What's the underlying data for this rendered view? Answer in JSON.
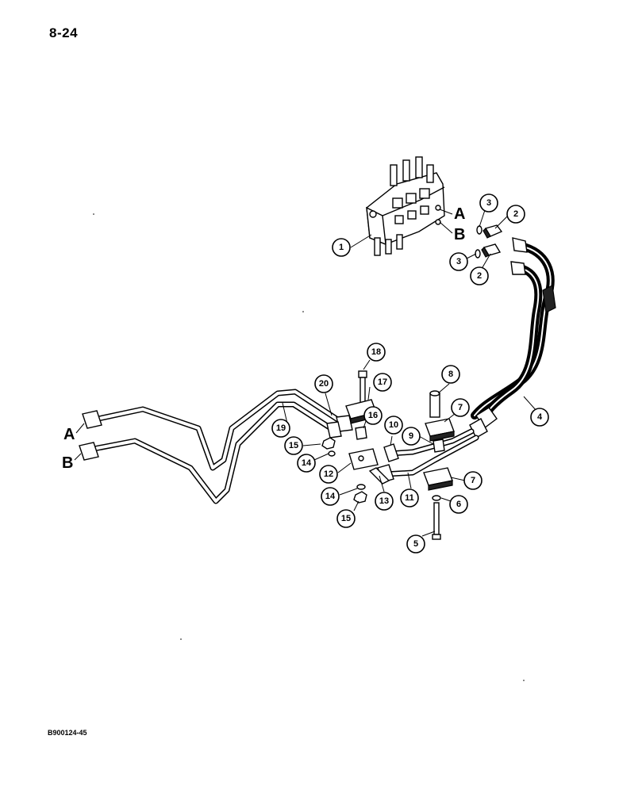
{
  "page": {
    "number": "8-24",
    "document_code": "B900124-45"
  },
  "ports": {
    "valve_a": "A",
    "valve_b": "B",
    "tube_a": "A",
    "tube_b": "B"
  },
  "callouts": {
    "c1": "1",
    "c2a": "2",
    "c2b": "2",
    "c3a": "3",
    "c3b": "3",
    "c4": "4",
    "c5": "5",
    "c6": "6",
    "c7a": "7",
    "c7b": "7",
    "c8": "8",
    "c9": "9",
    "c10": "10",
    "c11": "11",
    "c12": "12",
    "c13": "13",
    "c14a": "14",
    "c14b": "14",
    "c15a": "15",
    "c15b": "15",
    "c16": "16",
    "c17": "17",
    "c18": "18",
    "c19": "19",
    "c20": "20"
  }
}
